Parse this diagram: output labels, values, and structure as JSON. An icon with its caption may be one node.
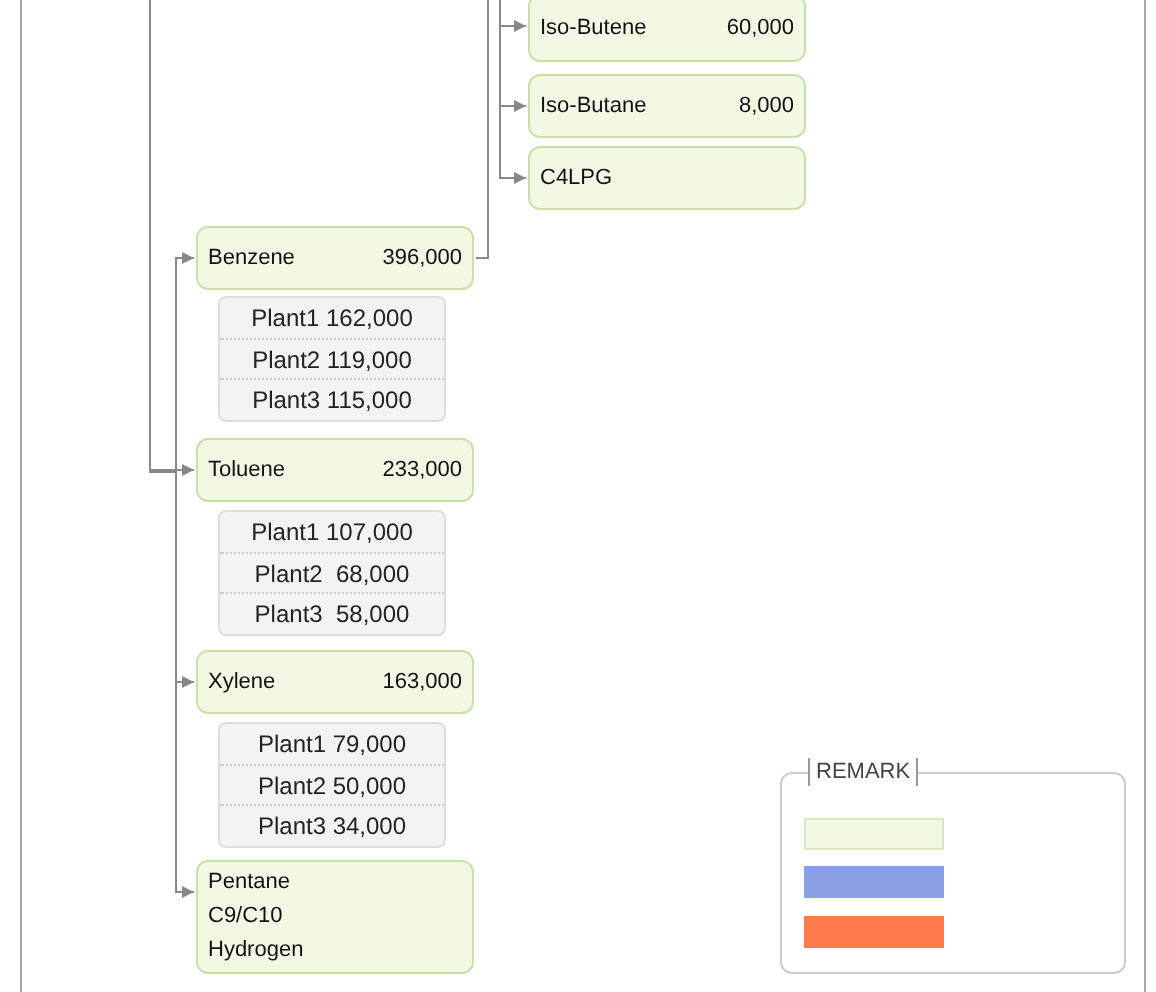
{
  "diagram": {
    "nodes": [
      {
        "text": [
          "Iso-Butene",
          "60,000"
        ]
      },
      {
        "text": [
          "Iso-Butane",
          "8,000"
        ]
      },
      {
        "text": [
          "C4LPG"
        ]
      },
      {
        "text": [
          "Benzene",
          "396,000"
        ]
      },
      {
        "text": [
          "Plant1 162,000",
          "Plant2 119,000",
          "Plant3 115,000"
        ]
      },
      {
        "text": [
          "Toluene",
          "233,000"
        ]
      },
      {
        "text": [
          "Plant1 107,000",
          "Plant2  68,000",
          "Plant3  58,000"
        ]
      },
      {
        "text": [
          "Xylene",
          "163,000"
        ]
      },
      {
        "text": [
          "Plant1 79,000",
          "Plant2 50,000",
          "Plant3 34,000"
        ]
      },
      {
        "text": [
          "Pentane",
          "C9/C10",
          "Hydrogen"
        ]
      }
    ],
    "edges": [
      {
        "from": null,
        "to": 0,
        "arrow": "to"
      },
      {
        "from": null,
        "to": 1,
        "arrow": "to"
      },
      {
        "from": null,
        "to": 2,
        "arrow": "to"
      },
      {
        "from": 3,
        "to": null,
        "arrow": "none"
      },
      {
        "from": null,
        "to": 3,
        "arrow": "to"
      },
      {
        "from": null,
        "to": 5,
        "arrow": "to"
      },
      {
        "from": null,
        "to": 7,
        "arrow": "to"
      },
      {
        "from": null,
        "to": 9,
        "arrow": "to"
      }
    ],
    "labels": [
      "REMARK"
    ]
  }
}
